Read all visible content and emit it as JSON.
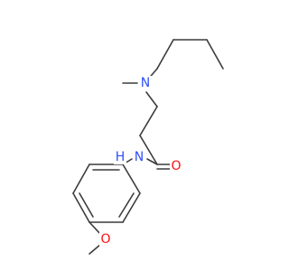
{
  "molecule": {
    "colors": {
      "bond": "#3c3c3c",
      "nitrogen": "#3050f8",
      "oxygen": "#ff0d0d"
    },
    "atom_labels": {
      "amine_n": "N",
      "amide_nh": "N",
      "amide_h": "H",
      "carbonyl_o": "O",
      "methoxy_o": "O"
    }
  }
}
